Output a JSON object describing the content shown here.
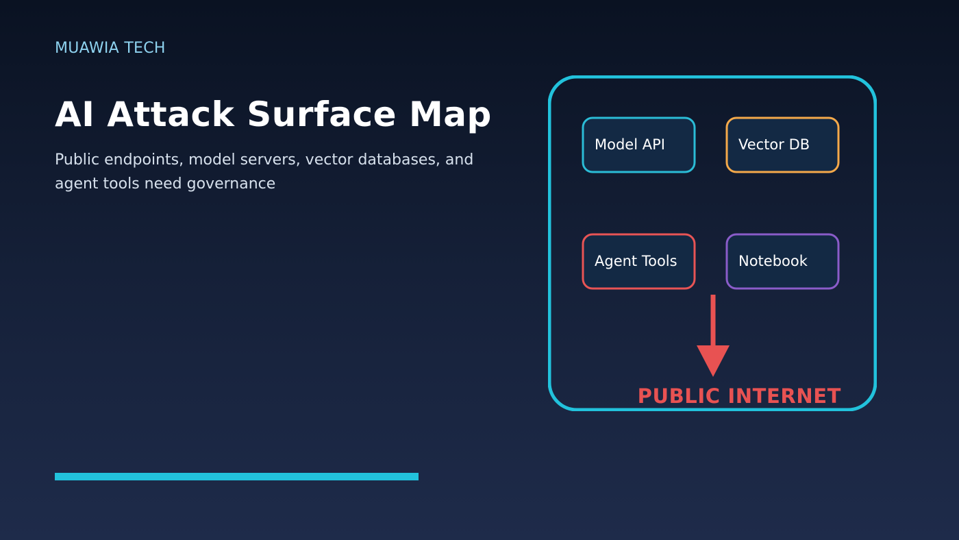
{
  "header": {
    "brand": "MUAWIA TECH",
    "title": "AI Attack Surface Map",
    "subtitle": "Public endpoints, model servers, vector databases, and agent tools need governance"
  },
  "diagram": {
    "components": [
      {
        "id": "model-api",
        "label": "Model API",
        "color": "#2bbcd6"
      },
      {
        "id": "vector-db",
        "label": "Vector DB",
        "color": "#f5a94a"
      },
      {
        "id": "agent-tools",
        "label": "Agent Tools",
        "color": "#e85455"
      },
      {
        "id": "notebook",
        "label": "Notebook",
        "color": "#8a5cc9"
      }
    ],
    "exposure_label": "PUBLIC INTERNET",
    "frame_color": "#22c2dc",
    "exposure_color": "#e85252"
  },
  "theme": {
    "background_top": "#0a1222",
    "background_bottom": "#1e2b4a",
    "brand_color": "#8fd3f0",
    "accent": "#22c2dc"
  }
}
